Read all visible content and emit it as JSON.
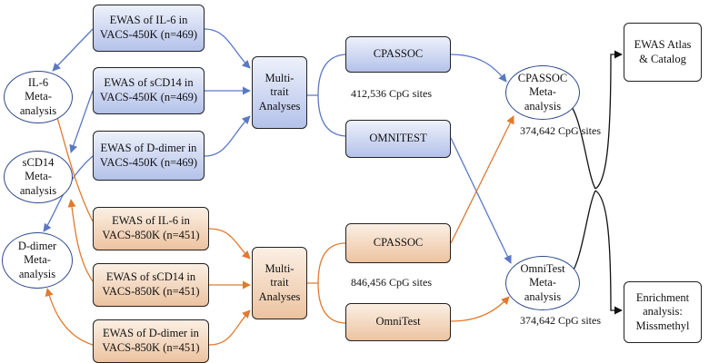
{
  "ellipses": {
    "il6_meta": "IL-6\nMeta-\nanalysis",
    "scd14_meta": "sCD14\nMeta-\nanalysis",
    "ddimer_meta": "D-dimer\nMeta-\nanalysis",
    "cpassoc_meta": "CPASSOC\nMeta-\nanalysis",
    "omnitest_meta": "OmniTest\nMeta-\nanalysis"
  },
  "ewas_450k": [
    "EWAS of IL-6 in\nVACS-450K (n=469)",
    "EWAS of sCD14 in\nVACS-450K (n=469)",
    "EWAS of D-dimer in\nVACS-450K (n=469)"
  ],
  "ewas_850k": [
    "EWAS of IL-6 in\nVACS-850K (n=451)",
    "EWAS of sCD14 in\nVACS-850K (n=451)",
    "EWAS of D-dimer in\nVACS-850K (n=451)"
  ],
  "multitrait": {
    "top": "Multi-\ntrait\nAnalyses",
    "bottom": "Multi-\ntrait\nAnalyses"
  },
  "methods": {
    "cpassoc_top": "CPASSOC",
    "omnitest_top": "OMNITEST",
    "cpassoc_bottom": "CPASSOC",
    "omnitest_bottom": "OmniTest"
  },
  "site_labels": {
    "top_sites": "412,536 CpG sites",
    "cpassoc_sites": "374,642 CpG sites",
    "bottom_sites": "846,456 CpG sites",
    "omnitest_sites": "374,642 CpG sites"
  },
  "outputs": {
    "atlas": "EWAS Atlas\n& Catalog",
    "enrichment": "Enrichment\nanalysis:\nMissmethyl"
  },
  "colors": {
    "blue_arrow": "#5b78c4",
    "orange_arrow": "#e07a30",
    "black_arrow": "#111111"
  }
}
